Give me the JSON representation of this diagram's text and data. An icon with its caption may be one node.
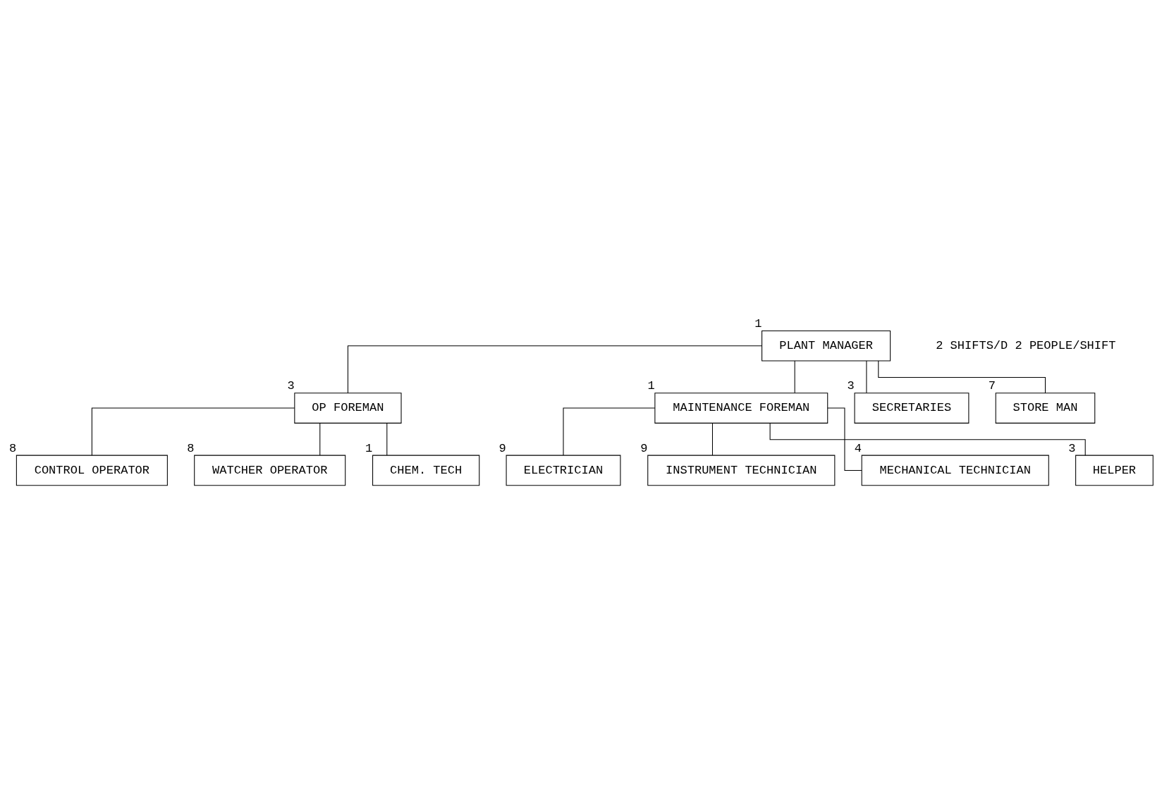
{
  "diagram": {
    "nodes": [
      {
        "text": [
          "PLANT MANAGER"
        ],
        "beside": [
          "1"
        ]
      },
      {
        "text": [
          "OP FOREMAN"
        ],
        "beside": [
          "3"
        ]
      },
      {
        "text": [
          "MAINTENANCE FOREMAN"
        ],
        "beside": [
          "1"
        ]
      },
      {
        "text": [
          "SECRETARIES"
        ],
        "beside": [
          "3"
        ]
      },
      {
        "text": [
          "CONTROL OPERATOR"
        ],
        "beside": [
          "8"
        ]
      },
      {
        "text": [
          "ELECTRICIAN"
        ],
        "beside": [
          "9"
        ]
      },
      {
        "text": [
          "INSTRUMENT TECHNICIAN"
        ],
        "beside": [
          "9"
        ]
      },
      {
        "text": [
          "STORE MAN"
        ],
        "beside": [
          "7"
        ]
      },
      {
        "text": [
          "WATCHER OPERATOR"
        ],
        "beside": [
          "8"
        ]
      },
      {
        "text": [
          "MECHANICAL TECHNICIAN"
        ],
        "beside": [
          "4"
        ]
      },
      {
        "text": [
          "HELPER"
        ],
        "beside": [
          "3"
        ]
      },
      {
        "text": [
          "CHEM. TECH"
        ],
        "beside": [
          "1"
        ]
      }
    ],
    "edges": [
      {
        "from": 0,
        "to": 1,
        "arrow": "none"
      },
      {
        "from": 0,
        "to": 2,
        "arrow": "none"
      },
      {
        "from": 0,
        "to": 3,
        "arrow": "none"
      },
      {
        "from": 0,
        "to": 7,
        "arrow": "none"
      },
      {
        "from": 1,
        "to": 4,
        "arrow": "none"
      },
      {
        "from": 1,
        "to": 8,
        "arrow": "none"
      },
      {
        "from": 1,
        "to": 11,
        "arrow": "none"
      },
      {
        "from": 2,
        "to": 5,
        "arrow": "none"
      },
      {
        "from": 2,
        "to": 6,
        "arrow": "none"
      },
      {
        "from": 2,
        "to": 9,
        "arrow": "none"
      },
      {
        "from": 2,
        "to": 10,
        "arrow": "none"
      }
    ],
    "labels": [
      "2 SHIFTS/D 2 PEOPLE/SHIFT"
    ]
  }
}
